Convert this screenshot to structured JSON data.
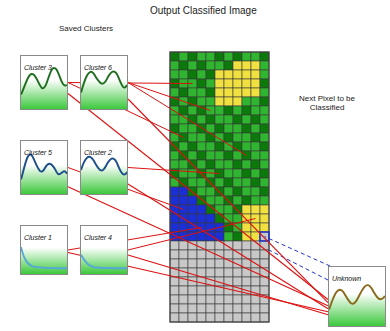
{
  "diagram": {
    "title": "Output Classified Image",
    "nodes": [
      {
        "text": [
          "Cluster 3"
        ]
      },
      {
        "text": [
          "Cluster 6"
        ]
      },
      {
        "text": [
          "Cluster 5"
        ]
      },
      {
        "text": [
          "Cluster 2"
        ]
      },
      {
        "text": [
          "Cluster 1"
        ]
      },
      {
        "text": [
          "Cluster 4"
        ]
      },
      {
        "text": [
          "Unknown"
        ]
      }
    ],
    "edges": [
      {
        "from": 6,
        "to": 0,
        "arrow": "none"
      },
      {
        "from": 6,
        "to": 1,
        "arrow": "none"
      },
      {
        "from": 6,
        "to": 2,
        "arrow": "none"
      },
      {
        "from": 6,
        "to": 3,
        "arrow": "none"
      },
      {
        "from": 6,
        "to": 4,
        "arrow": "none"
      },
      {
        "from": 6,
        "to": 5,
        "arrow": "none"
      }
    ],
    "labels": [
      "Saved Clusters",
      "Next Pixel to be Classified"
    ]
  }
}
